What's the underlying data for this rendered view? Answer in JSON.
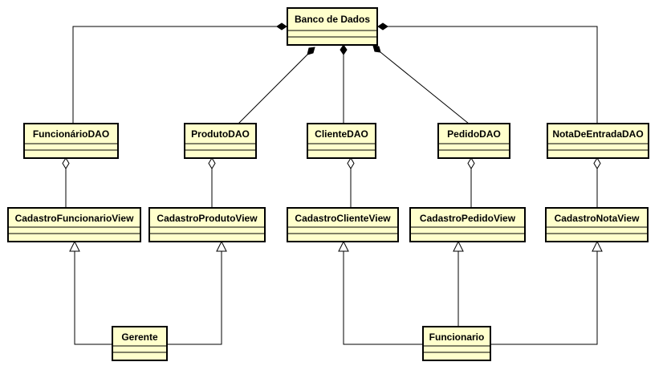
{
  "classes": {
    "banco": "Banco de Dados",
    "funcionario_dao": "FuncionárioDAO",
    "produto_dao": "ProdutoDAO",
    "cliente_dao": "ClienteDAO",
    "pedido_dao": "PedidoDAO",
    "nota_dao": "NotaDeEntradaDAO",
    "cad_funcionario": "CadastroFuncionarioView",
    "cad_produto": "CadastroProdutoView",
    "cad_cliente": "CadastroClienteView",
    "cad_pedido": "CadastroPedidoView",
    "cad_nota": "CadastroNotaView",
    "gerente": "Gerente",
    "funcionario": "Funcionario"
  },
  "colors": {
    "class_fill": "#ffffcc",
    "stroke": "#000000"
  }
}
